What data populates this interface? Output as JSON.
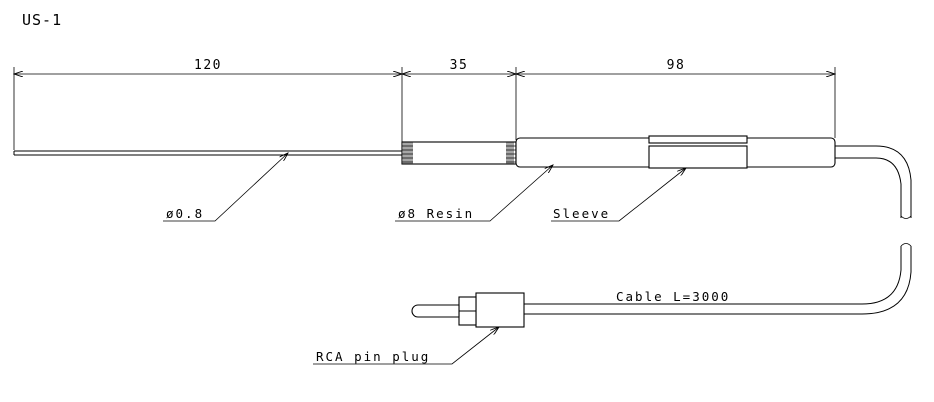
{
  "title": "US-1",
  "dimensions": {
    "wire_length": "120",
    "resin_length": "35",
    "sleeve_length": "98"
  },
  "labels": {
    "wire_diameter": "ø0.8",
    "resin": "ø8 Resin",
    "sleeve": "Sleeve",
    "cable": "Cable L=3000",
    "plug": "RCA pin plug"
  },
  "colors": {
    "line": "#000000",
    "background": "#ffffff"
  }
}
